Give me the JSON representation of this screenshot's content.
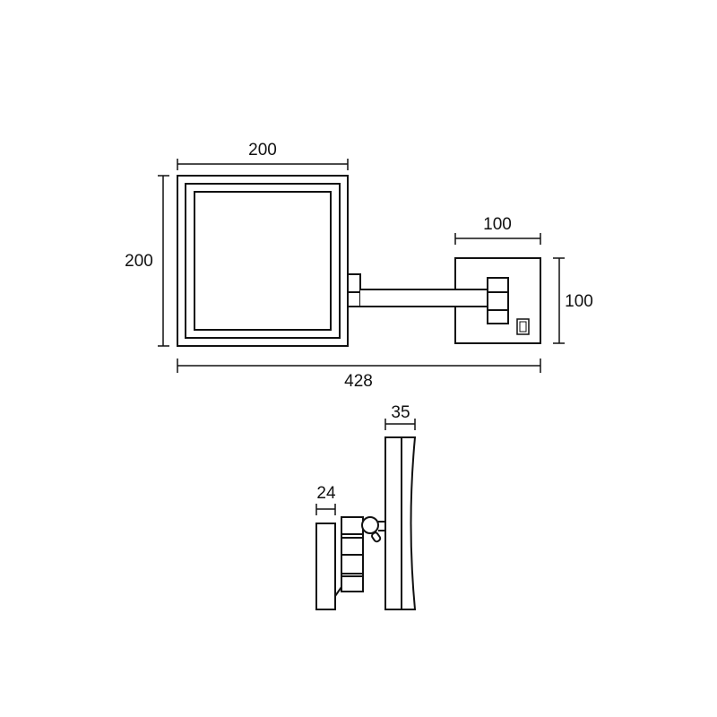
{
  "dimensions": {
    "front_width": "200",
    "front_height": "200",
    "plate_width": "100",
    "plate_height": "100",
    "total_length": "428",
    "mirror_depth": "35",
    "plate_depth": "24"
  },
  "colors": {
    "line": "#111111",
    "background": "#ffffff"
  }
}
